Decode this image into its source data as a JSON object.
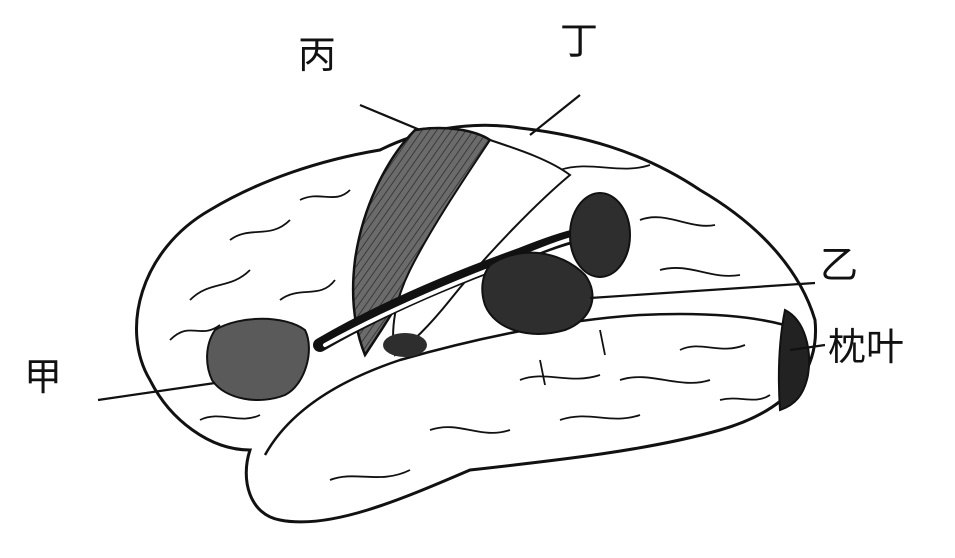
{
  "labels": {
    "bing": "丙",
    "ding": "丁",
    "yi": "乙",
    "zhenye": "枕叶",
    "jia": "甲"
  },
  "colors": {
    "outline": "#111111",
    "region_fill": "#5a5a5a",
    "motor_fill": "#6b6b6b",
    "occipital_fill": "#2a2a2a",
    "background": "#ffffff"
  }
}
